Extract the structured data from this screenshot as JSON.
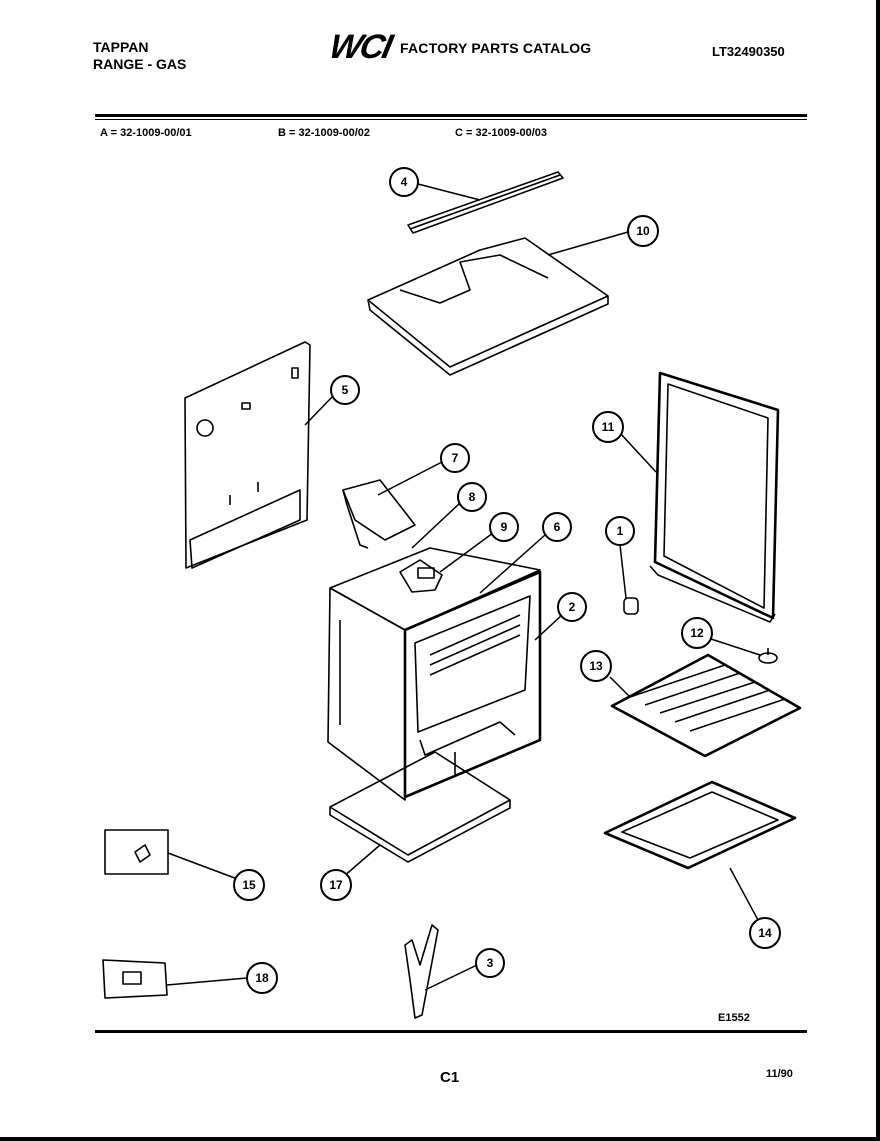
{
  "header": {
    "brand": "TAPPAN",
    "product": "RANGE - GAS",
    "logo": "WCI",
    "catalog_title": "FACTORY PARTS CATALOG",
    "model_number": "LT32490350"
  },
  "variants": [
    {
      "text": "A = 32-1009-00/01"
    },
    {
      "text": "B = 32-1009-00/02"
    },
    {
      "text": "C = 32-1009-00/03"
    }
  ],
  "diagram": {
    "callouts": [
      "4",
      "10",
      "5",
      "11",
      "7",
      "8",
      "9",
      "6",
      "1",
      "2",
      "12",
      "13",
      "15",
      "17",
      "14",
      "3",
      "18"
    ],
    "figure_id": "E1552"
  },
  "footer": {
    "page": "C1",
    "date": "11/90"
  }
}
